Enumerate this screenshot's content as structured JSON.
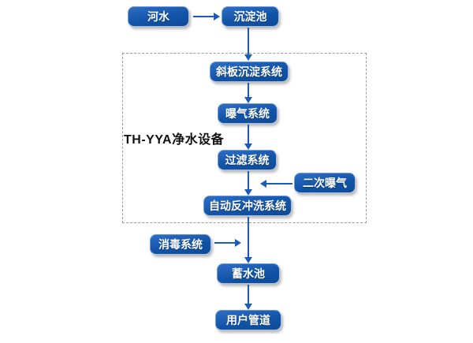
{
  "diagram": {
    "equipment_label": "TH-YYA净水设备",
    "nodes": {
      "river": "河水",
      "sedimentation": "沉淀池",
      "inclined_plate": "斜板沉淀系统",
      "aeration": "曝气系统",
      "filtration": "过滤系统",
      "secondary_aeration": "二次曝气",
      "backwash": "自动反冲洗系统",
      "disinfection": "消毒系统",
      "storage": "蓄水池",
      "user_pipe": "用户管道"
    },
    "edges": [
      {
        "from": "river",
        "to": "sedimentation"
      },
      {
        "from": "sedimentation",
        "to": "inclined_plate"
      },
      {
        "from": "inclined_plate",
        "to": "aeration"
      },
      {
        "from": "aeration",
        "to": "filtration"
      },
      {
        "from": "filtration",
        "to": "backwash"
      },
      {
        "from": "secondary_aeration",
        "to": "main-line-between-filtration-and-backwash"
      },
      {
        "from": "backwash",
        "to": "storage"
      },
      {
        "from": "disinfection",
        "to": "main-line-between-backwash-and-storage"
      },
      {
        "from": "storage",
        "to": "user_pipe"
      }
    ],
    "group_box_contains": [
      "inclined_plate",
      "aeration",
      "filtration",
      "secondary_aeration",
      "backwash"
    ],
    "colors": {
      "node_fill": "#1254a8",
      "node_fill_top": "#2e6ec5",
      "node_fill_bottom": "#0e4a99",
      "node_border": "#6f9cd8",
      "node_text": "#ffffff",
      "arrow": "#1c5cb5",
      "dashed_border": "#9b9b9b",
      "equipment_label_color": "#111111",
      "background": "#ffffff"
    }
  }
}
